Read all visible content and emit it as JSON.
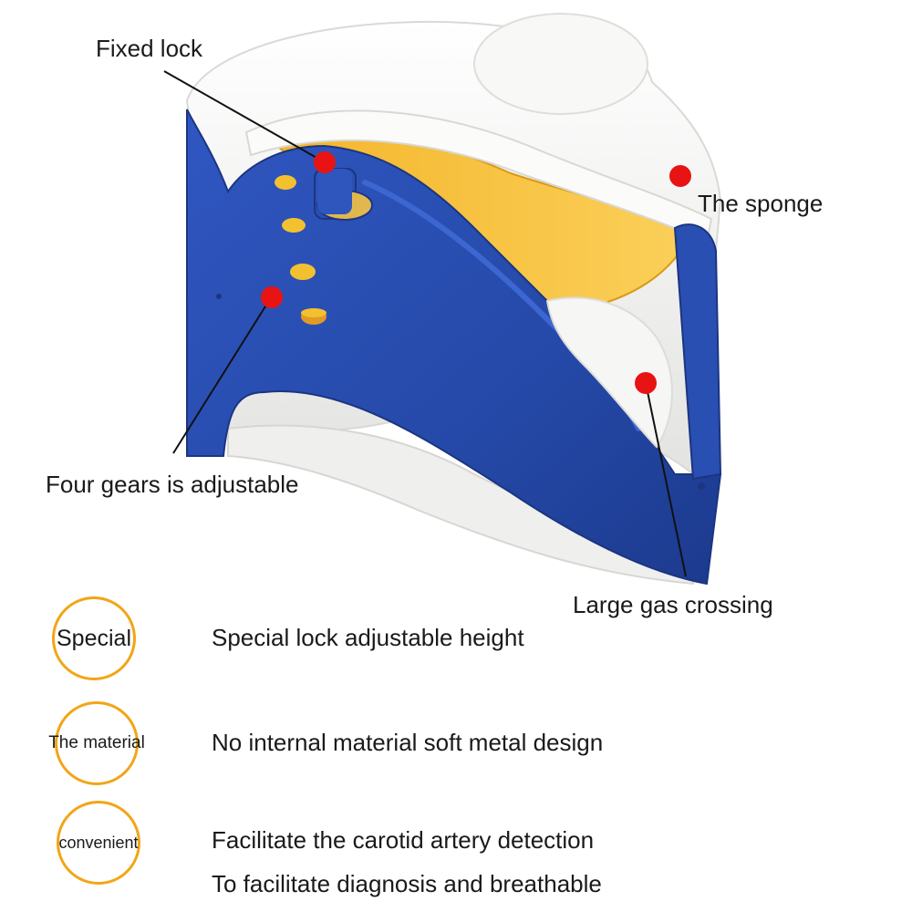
{
  "callouts": {
    "fixed_lock": "Fixed lock",
    "sponge": "The sponge",
    "four_gears": "Four gears is adjustable",
    "large_gas": "Large gas crossing"
  },
  "features": [
    {
      "badge": "Special",
      "lines": [
        "Special lock adjustable height"
      ]
    },
    {
      "badge": "The material",
      "lines": [
        "No internal material soft metal design"
      ]
    },
    {
      "badge": "convenient",
      "lines": [
        "Facilitate the carotid artery detection",
        "To facilitate diagnosis and breathable"
      ]
    }
  ],
  "colors": {
    "collar_blue": "#2549a8",
    "collar_yellow": "#f7c135",
    "collar_white": "#f5f5f4",
    "marker_red": "#e81414",
    "badge_ring": "#f2a516"
  }
}
